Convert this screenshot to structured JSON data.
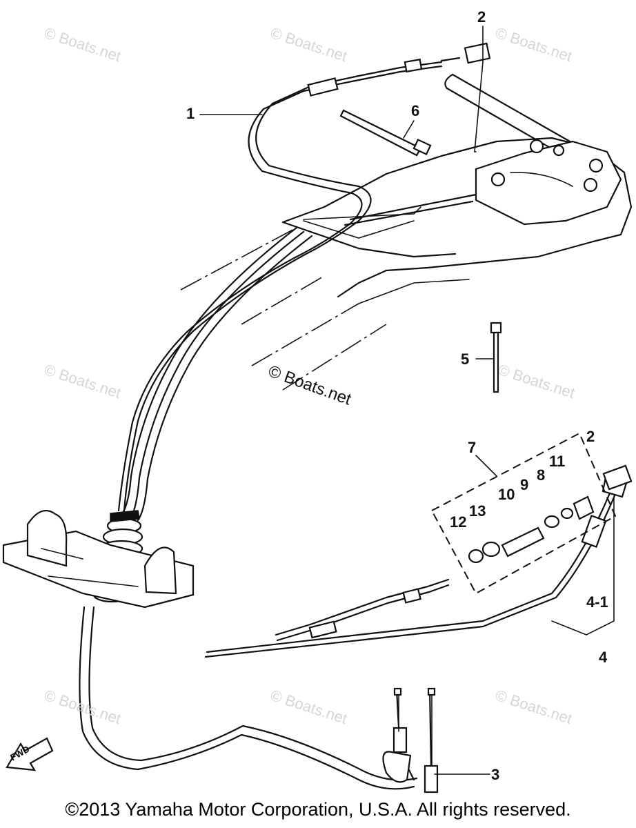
{
  "watermarks": [
    "© Boats.net",
    "© Boats.net",
    "© Boats.net",
    "© Boats.net",
    "© Boats.net",
    "© Boats.net",
    "© Boats.net",
    "© Boats.net"
  ],
  "center_watermark": "© Boats.net",
  "callouts": {
    "p1": "1",
    "p2a": "2",
    "p2b": "2",
    "p3": "3",
    "p4": "4",
    "p4_1": "4-1",
    "p5": "5",
    "p6": "6",
    "p7": "7",
    "p8": "8",
    "p9": "9",
    "p10": "10",
    "p11": "11",
    "p12": "12",
    "p13": "13"
  },
  "fwd_label": "FWD",
  "copyright": "©2013 Yamaha Motor Corporation, U.S.A. All rights reserved."
}
